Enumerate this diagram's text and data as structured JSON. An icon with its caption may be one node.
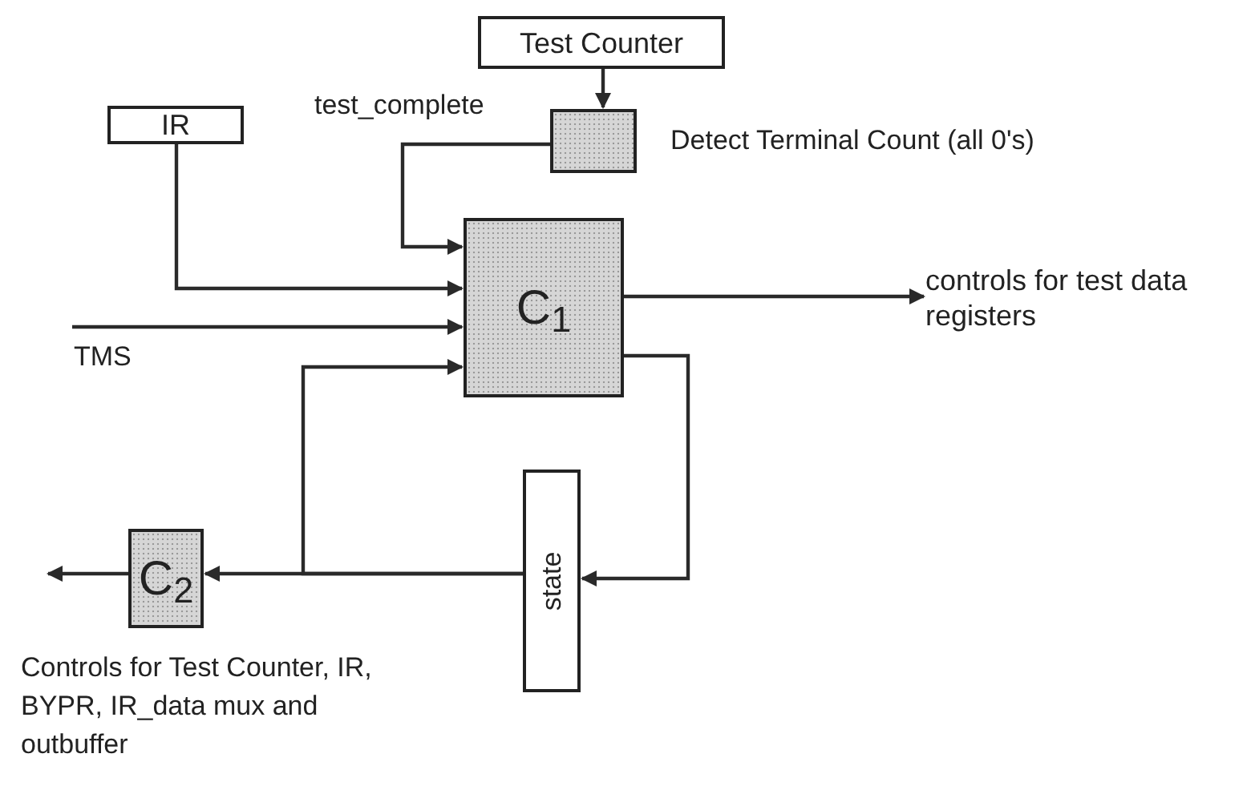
{
  "diagram": {
    "nodes": [
      {
        "text": [
          "Test Counter"
        ]
      },
      {
        "text": [],
        "shape": "box",
        "beside": [
          "Detect Terminal Count (all 0's)"
        ]
      },
      {
        "text": [
          "IR"
        ]
      },
      {
        "text": [
          "C$_{1}$"
        ]
      },
      {
        "text": [
          "state"
        ]
      },
      {
        "text": [
          "C$_{2}$"
        ]
      },
      {
        "text": [
          "controls for test data registers"
        ]
      }
    ],
    "edges": [
      {
        "from": 0,
        "to": 1,
        "arrow": "to"
      },
      {
        "from": 1,
        "to": 3,
        "arrow": "to",
        "label": "test_complete"
      },
      {
        "from": 2,
        "to": 3,
        "arrow": "to"
      },
      {
        "from": null,
        "to": 3,
        "arrow": "to",
        "label": "TMS"
      },
      {
        "from": 3,
        "to": 6,
        "arrow": "to"
      },
      {
        "from": 3,
        "to": 4,
        "arrow": "to"
      },
      {
        "from": 4,
        "to": 5,
        "arrow": "to"
      },
      {
        "from": 4,
        "to": 3,
        "arrow": "to"
      },
      {
        "from": 5,
        "to": null,
        "arrow": "to"
      }
    ],
    "labels": [
      "Controls for Test Counter, IR, BYPR, IR_data mux and outbuffer"
    ]
  }
}
